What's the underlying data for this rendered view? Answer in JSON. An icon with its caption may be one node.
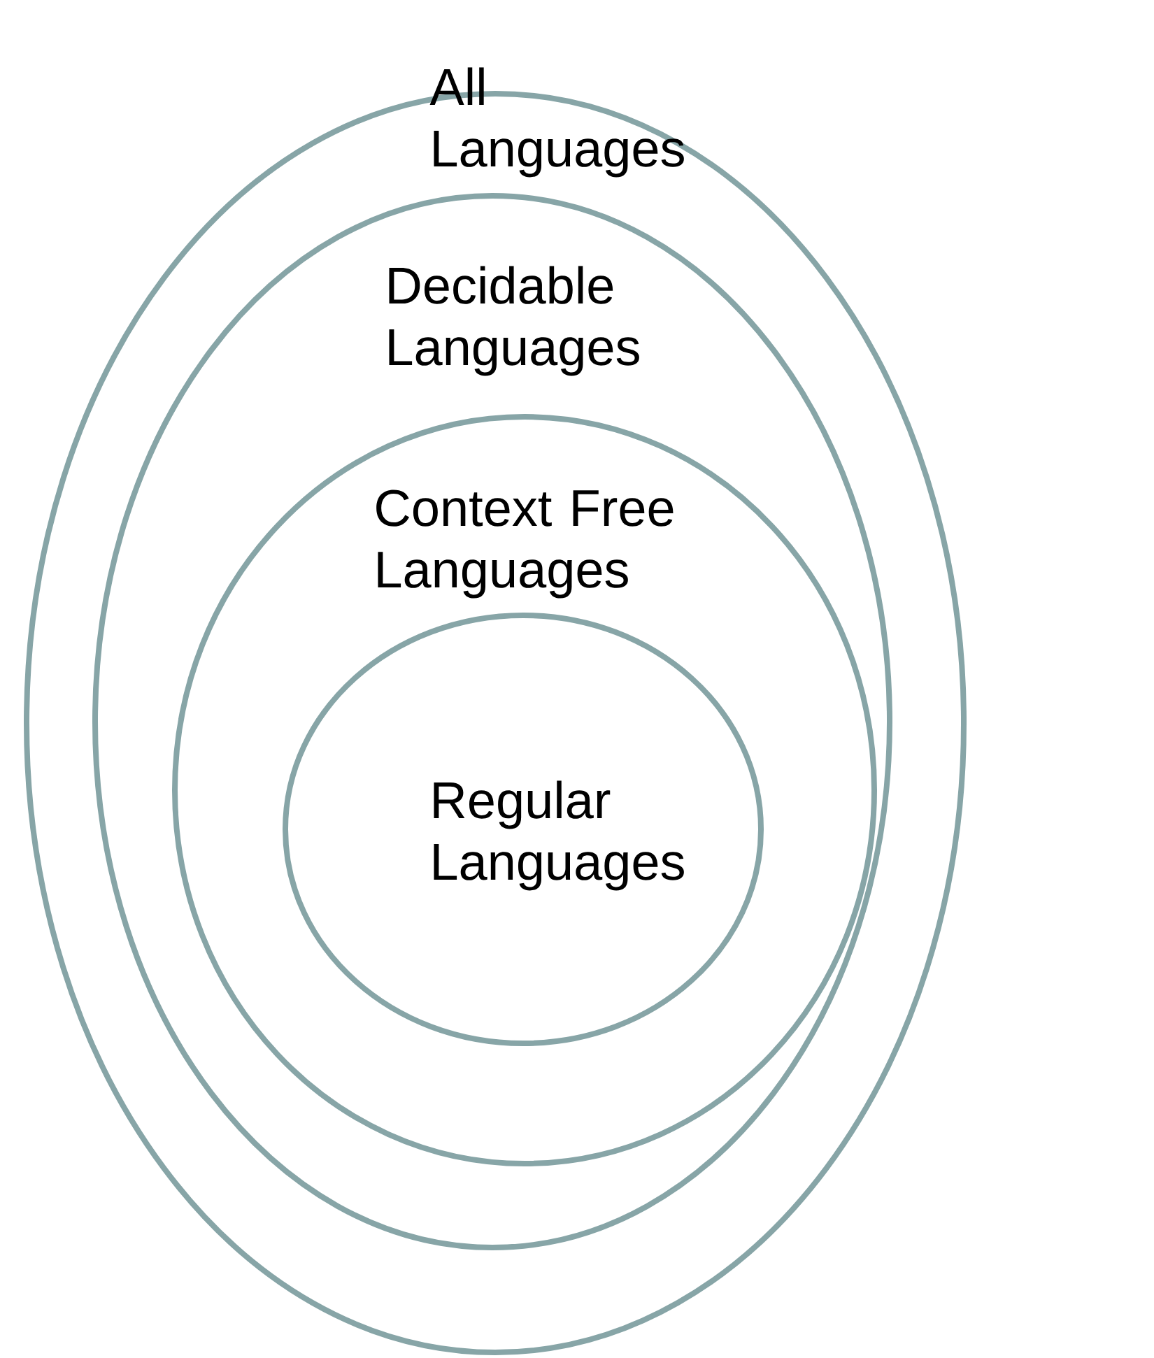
{
  "diagram": {
    "nodes": [
      {
        "text": [
          "All Languages"
        ]
      },
      {
        "text": [
          "Decidable Languages"
        ],
        "in": 0
      },
      {
        "text": [
          "Context Free Languages"
        ],
        "in": 1
      },
      {
        "text": [
          "Regular Languages"
        ],
        "in": 2
      }
    ]
  }
}
